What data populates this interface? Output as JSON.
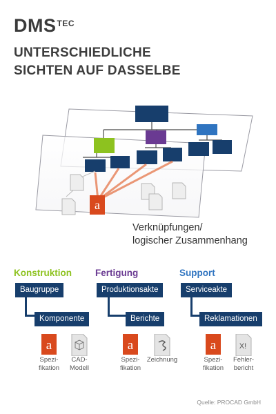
{
  "header": {
    "brand": "DMS",
    "brand_sup": "TEC",
    "headline_1": "UNTERSCHIEDLICHE",
    "headline_2": "SICHTEN AUF DASSELBE"
  },
  "caption": {
    "line1": "Verknüpfungen/",
    "line2": "logischer Zusammenhang"
  },
  "colors": {
    "navy": "#173e6c",
    "green": "#8dc21f",
    "purple": "#6a3a92",
    "blue": "#2f74c0",
    "orange": "#e0561e"
  },
  "columns": [
    {
      "title": "Konstruktion",
      "color": "#8dc21f",
      "level1": "Baugruppe",
      "level2": "Komponente",
      "files": [
        {
          "icon": "pdf-icon",
          "label": "Spezi-\nfikation"
        },
        {
          "icon": "cad-model-icon",
          "label": "CAD-\nModell"
        }
      ]
    },
    {
      "title": "Fertigung",
      "color": "#6a3a92",
      "level1": "Produktionsakte",
      "level2": "Berichte",
      "files": [
        {
          "icon": "pdf-icon",
          "label": "Spezi-\nfikation"
        },
        {
          "icon": "drawing-icon",
          "label": "Zeichnung"
        }
      ]
    },
    {
      "title": "Support",
      "color": "#2f74c0",
      "level1": "Serviceakte",
      "level2": "Reklamationen",
      "files": [
        {
          "icon": "pdf-icon",
          "label": "Spezi-\nfikation"
        },
        {
          "icon": "excel-icon",
          "label": "Fehler-\nbericht"
        }
      ]
    }
  ],
  "source": "Quelle: PROCAD GmbH"
}
